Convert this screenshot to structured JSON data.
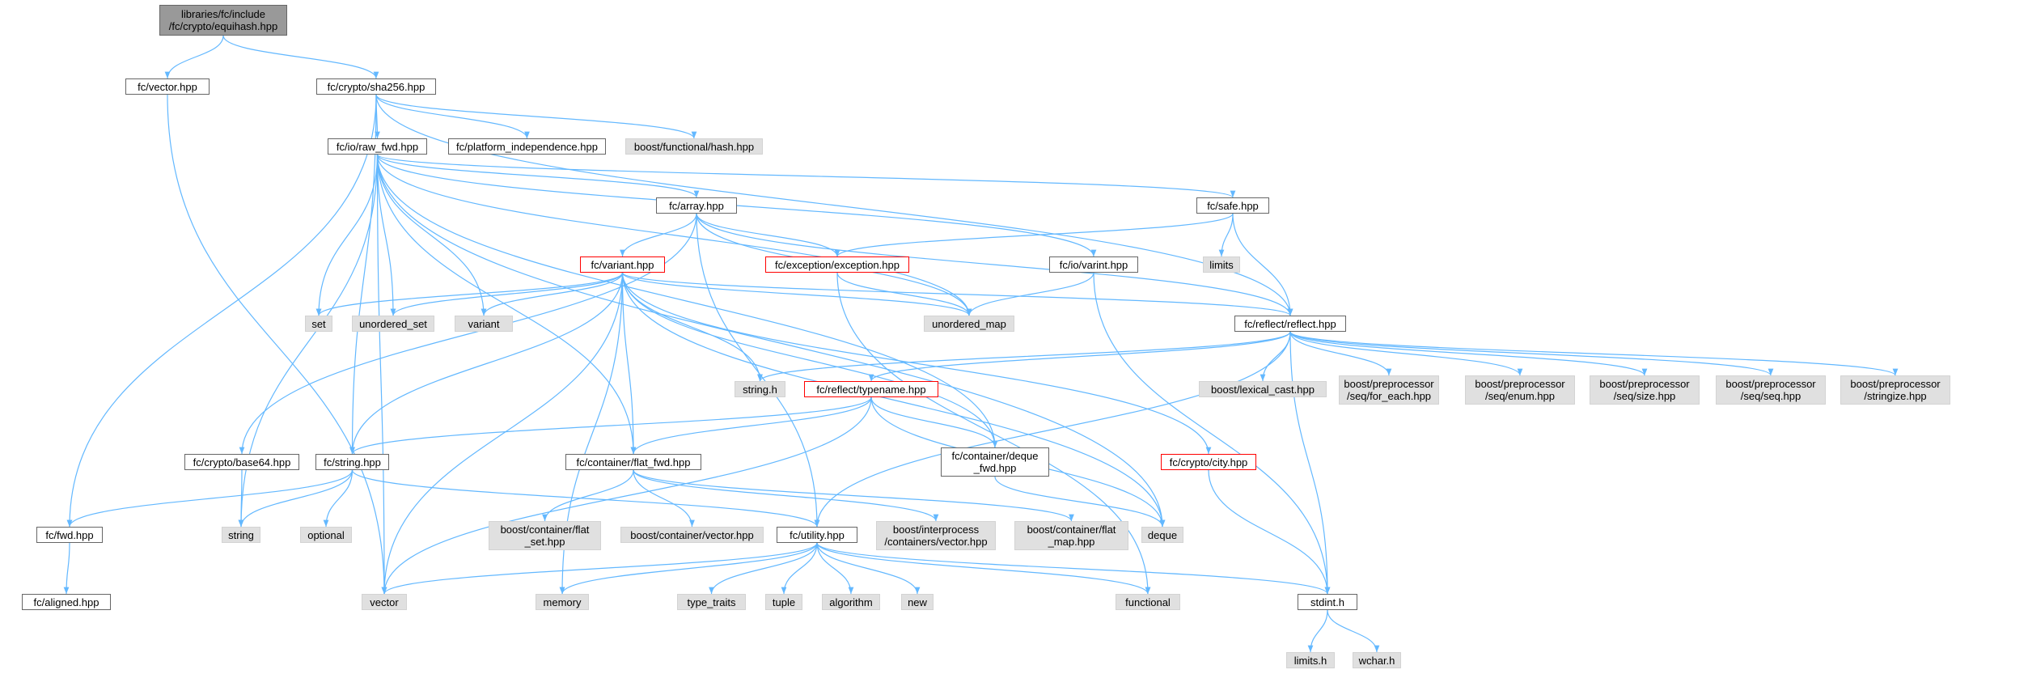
{
  "colors": {
    "edge": "#63b8ff",
    "node_border": "#666666",
    "root_fill": "#999999",
    "external_fill": "#e0e0e0",
    "truncated_border": "#ff0000"
  },
  "nodes": {
    "equihash": [
      "libraries/fc/include",
      "/fc/crypto/equihash.hpp"
    ],
    "vector_hpp": [
      "fc/vector.hpp"
    ],
    "sha256": [
      "fc/crypto/sha256.hpp"
    ],
    "raw_fwd": [
      "fc/io/raw_fwd.hpp"
    ],
    "platform_independence": [
      "fc/platform_independence.hpp"
    ],
    "boost_hash": [
      "boost/functional/hash.hpp"
    ],
    "array": [
      "fc/array.hpp"
    ],
    "safe": [
      "fc/safe.hpp"
    ],
    "limits": [
      "limits"
    ],
    "variant_hpp": [
      "fc/variant.hpp"
    ],
    "exception": [
      "fc/exception/exception.hpp"
    ],
    "varint": [
      "fc/io/varint.hpp"
    ],
    "reflect": [
      "fc/reflect/reflect.hpp"
    ],
    "set": [
      "set"
    ],
    "unordered_set": [
      "unordered_set"
    ],
    "variant": [
      "variant"
    ],
    "unordered_map": [
      "unordered_map"
    ],
    "string_h": [
      "string.h"
    ],
    "typename": [
      "fc/reflect/typename.hpp"
    ],
    "lexical_cast": [
      "boost/lexical_cast.hpp"
    ],
    "for_each": [
      "boost/preprocessor",
      "/seq/for_each.hpp"
    ],
    "seq_enum": [
      "boost/preprocessor",
      "/seq/enum.hpp"
    ],
    "seq_size": [
      "boost/preprocessor",
      "/seq/size.hpp"
    ],
    "seq_seq": [
      "boost/preprocessor",
      "/seq/seq.hpp"
    ],
    "stringize": [
      "boost/preprocessor",
      "/stringize.hpp"
    ],
    "base64": [
      "fc/crypto/base64.hpp"
    ],
    "fc_string": [
      "fc/string.hpp"
    ],
    "flat_fwd": [
      "fc/container/flat_fwd.hpp"
    ],
    "deque_fwd": [
      "fc/container/deque",
      "_fwd.hpp"
    ],
    "city": [
      "fc/crypto/city.hpp"
    ],
    "fwd": [
      "fc/fwd.hpp"
    ],
    "string": [
      "string"
    ],
    "optional": [
      "optional"
    ],
    "flat_set": [
      "boost/container/flat",
      "_set.hpp"
    ],
    "container_vector": [
      "boost/container/vector.hpp"
    ],
    "utility": [
      "fc/utility.hpp"
    ],
    "interprocess_vector": [
      "boost/interprocess",
      "/containers/vector.hpp"
    ],
    "flat_map": [
      "boost/container/flat",
      "_map.hpp"
    ],
    "deque": [
      "deque"
    ],
    "aligned": [
      "fc/aligned.hpp"
    ],
    "vector": [
      "vector"
    ],
    "memory": [
      "memory"
    ],
    "type_traits": [
      "type_traits"
    ],
    "tuple": [
      "tuple"
    ],
    "algorithm": [
      "algorithm"
    ],
    "new": [
      "new"
    ],
    "functional": [
      "functional"
    ],
    "stdint": [
      "stdint.h"
    ],
    "limits_h": [
      "limits.h"
    ],
    "wchar": [
      "wchar.h"
    ]
  },
  "edges": [
    [
      "equihash",
      "vector_hpp"
    ],
    [
      "equihash",
      "sha256"
    ],
    [
      "vector_hpp",
      "vector"
    ],
    [
      "sha256",
      "raw_fwd"
    ],
    [
      "sha256",
      "platform_independence"
    ],
    [
      "sha256",
      "boost_hash"
    ],
    [
      "sha256",
      "reflect"
    ],
    [
      "sha256",
      "fwd"
    ],
    [
      "sha256",
      "fc_string"
    ],
    [
      "raw_fwd",
      "array"
    ],
    [
      "raw_fwd",
      "safe"
    ],
    [
      "raw_fwd",
      "varint"
    ],
    [
      "raw_fwd",
      "set"
    ],
    [
      "raw_fwd",
      "unordered_set"
    ],
    [
      "raw_fwd",
      "variant"
    ],
    [
      "raw_fwd",
      "unordered_map"
    ],
    [
      "raw_fwd",
      "deque_fwd"
    ],
    [
      "raw_fwd",
      "flat_fwd"
    ],
    [
      "raw_fwd",
      "string"
    ],
    [
      "raw_fwd",
      "vector"
    ],
    [
      "raw_fwd",
      "deque"
    ],
    [
      "array",
      "variant_hpp"
    ],
    [
      "array",
      "exception"
    ],
    [
      "array",
      "reflect"
    ],
    [
      "array",
      "base64"
    ],
    [
      "array",
      "unordered_map"
    ],
    [
      "array",
      "utility"
    ],
    [
      "safe",
      "exception"
    ],
    [
      "safe",
      "limits"
    ],
    [
      "safe",
      "reflect"
    ],
    [
      "varint",
      "unordered_map"
    ],
    [
      "varint",
      "stdint"
    ],
    [
      "variant_hpp",
      "set"
    ],
    [
      "variant_hpp",
      "unordered_set"
    ],
    [
      "variant_hpp",
      "variant"
    ],
    [
      "variant_hpp",
      "unordered_map"
    ],
    [
      "variant_hpp",
      "string_h"
    ],
    [
      "variant_hpp",
      "reflect"
    ],
    [
      "variant_hpp",
      "fc_string"
    ],
    [
      "variant_hpp",
      "flat_fwd"
    ],
    [
      "variant_hpp",
      "deque_fwd"
    ],
    [
      "variant_hpp",
      "city"
    ],
    [
      "variant_hpp",
      "vector"
    ],
    [
      "variant_hpp",
      "memory"
    ],
    [
      "variant_hpp",
      "deque"
    ],
    [
      "exception",
      "unordered_map"
    ],
    [
      "exception",
      "functional"
    ],
    [
      "reflect",
      "string_h"
    ],
    [
      "reflect",
      "typename"
    ],
    [
      "reflect",
      "lexical_cast"
    ],
    [
      "reflect",
      "for_each"
    ],
    [
      "reflect",
      "seq_enum"
    ],
    [
      "reflect",
      "seq_size"
    ],
    [
      "reflect",
      "seq_seq"
    ],
    [
      "reflect",
      "stringize"
    ],
    [
      "reflect",
      "utility"
    ],
    [
      "reflect",
      "stdint"
    ],
    [
      "typename",
      "fc_string"
    ],
    [
      "typename",
      "flat_fwd"
    ],
    [
      "typename",
      "deque_fwd"
    ],
    [
      "typename",
      "deque"
    ],
    [
      "typename",
      "vector"
    ],
    [
      "base64",
      "string"
    ],
    [
      "fc_string",
      "fwd"
    ],
    [
      "fc_string",
      "string"
    ],
    [
      "fc_string",
      "optional"
    ],
    [
      "fc_string",
      "utility"
    ],
    [
      "flat_fwd",
      "flat_set"
    ],
    [
      "flat_fwd",
      "container_vector"
    ],
    [
      "flat_fwd",
      "interprocess_vector"
    ],
    [
      "flat_fwd",
      "flat_map"
    ],
    [
      "deque_fwd",
      "deque"
    ],
    [
      "city",
      "stdint"
    ],
    [
      "fwd",
      "aligned"
    ],
    [
      "utility",
      "vector"
    ],
    [
      "utility",
      "memory"
    ],
    [
      "utility",
      "type_traits"
    ],
    [
      "utility",
      "tuple"
    ],
    [
      "utility",
      "algorithm"
    ],
    [
      "utility",
      "new"
    ],
    [
      "utility",
      "functional"
    ],
    [
      "utility",
      "stdint"
    ],
    [
      "stdint",
      "limits_h"
    ],
    [
      "stdint",
      "wchar"
    ]
  ]
}
